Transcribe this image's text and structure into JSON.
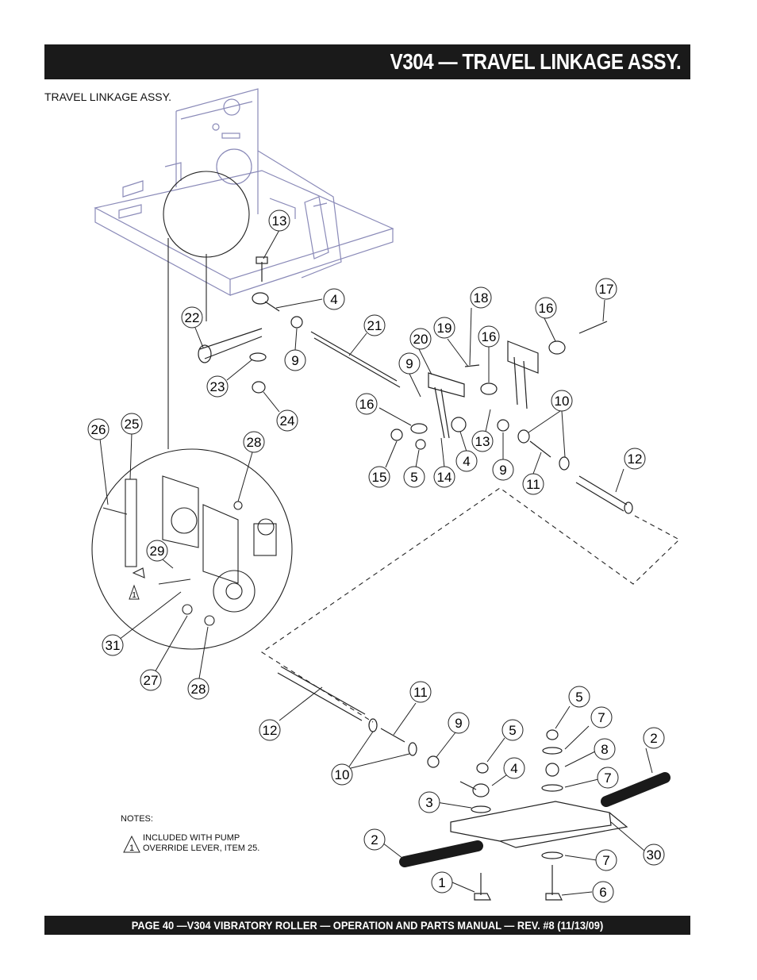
{
  "header": {
    "title": "V304 — TRAVEL LINKAGE ASSY."
  },
  "subtitle": "TRAVEL LINKAGE ASSY.",
  "notes": {
    "heading": "NOTES:",
    "marker": "1",
    "text_line1": "INCLUDED WITH PUMP",
    "text_line2": "OVERRIDE LEVER, ITEM 25."
  },
  "footer": {
    "text": "PAGE 40 —V304  VIBRATORY ROLLER  — OPERATION AND PARTS MANUAL — REV. #8 (11/13/09)"
  },
  "callouts": [
    "13",
    "4",
    "22",
    "9",
    "21",
    "18",
    "17",
    "16",
    "19",
    "20",
    "16",
    "9",
    "23",
    "24",
    "16",
    "10",
    "26",
    "25",
    "28",
    "13",
    "9",
    "12",
    "15",
    "5",
    "14",
    "4",
    "11",
    "29",
    "1",
    "31",
    "27",
    "28",
    "11",
    "5",
    "7",
    "12",
    "9",
    "5",
    "8",
    "2",
    "10",
    "4",
    "7",
    "3",
    "2",
    "30",
    "7",
    "1",
    "6"
  ]
}
